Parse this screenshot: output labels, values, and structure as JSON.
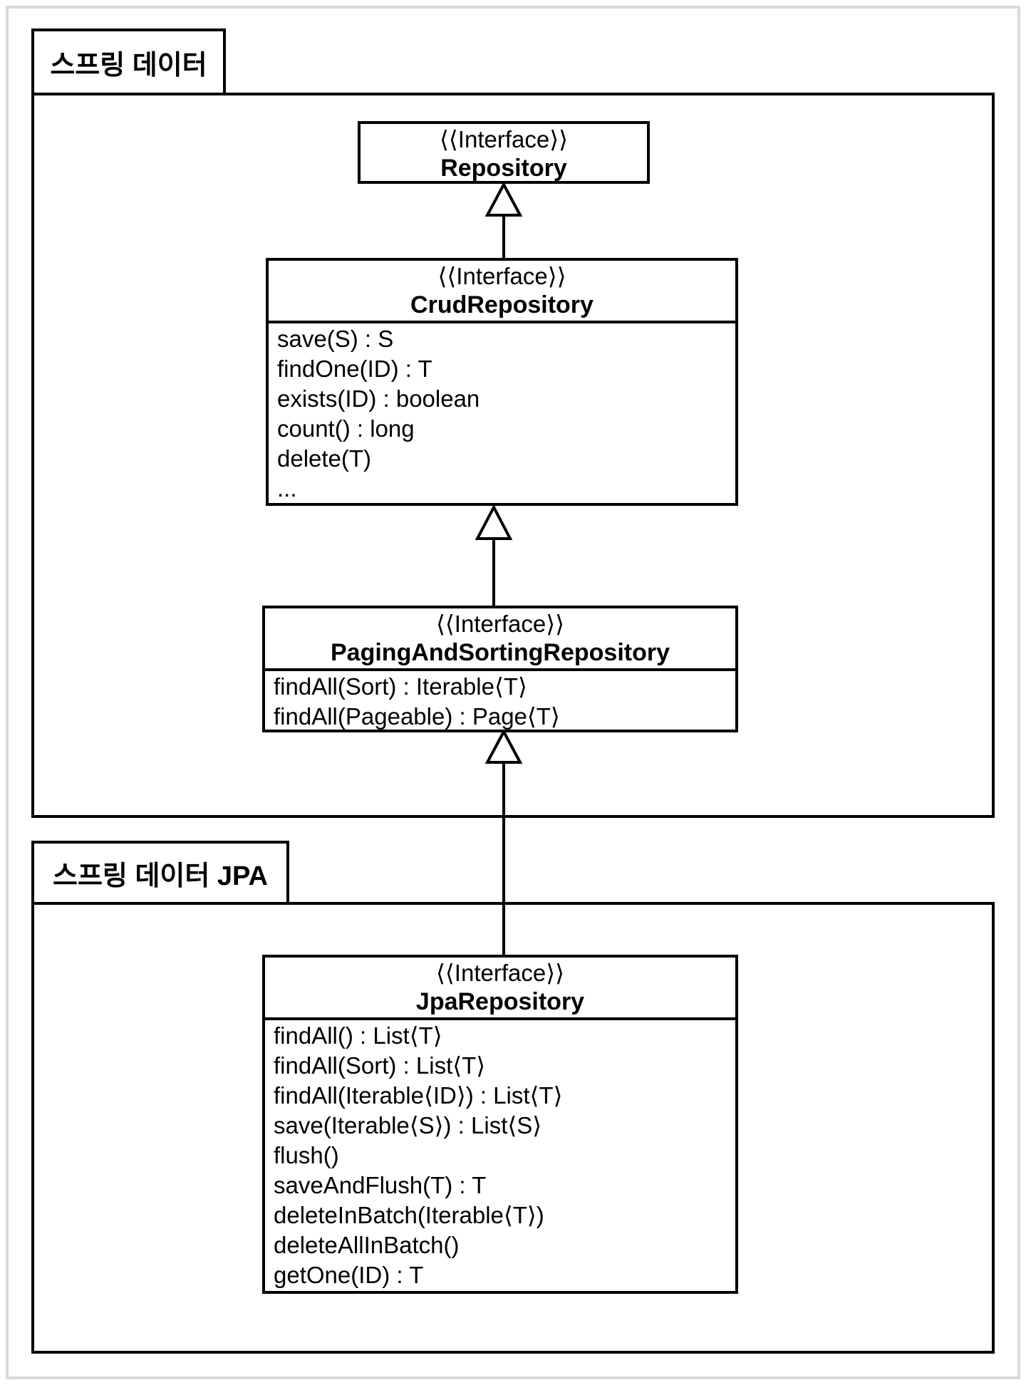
{
  "diagram": {
    "packages": {
      "spring_data": {
        "label": "스프링 데이터"
      },
      "spring_data_jpa": {
        "label": "스프링 데이터 JPA"
      }
    },
    "interfaces": {
      "repository": {
        "stereotype": "⟨⟨Interface⟩⟩",
        "name": "Repository",
        "methods": []
      },
      "crud_repository": {
        "stereotype": "⟨⟨Interface⟩⟩",
        "name": "CrudRepository",
        "methods": [
          "save(S) : S",
          "findOne(ID) : T",
          "exists(ID) : boolean",
          "count() : long",
          "delete(T)",
          "..."
        ]
      },
      "paging_and_sorting_repository": {
        "stereotype": "⟨⟨Interface⟩⟩",
        "name": "PagingAndSortingRepository",
        "methods": [
          "findAll(Sort) : Iterable⟨T⟩",
          "findAll(Pageable) : Page⟨T⟩"
        ]
      },
      "jpa_repository": {
        "stereotype": "⟨⟨Interface⟩⟩",
        "name": "JpaRepository",
        "methods": [
          "findAll() : List⟨T⟩",
          "findAll(Sort) : List⟨T⟩",
          "findAll(Iterable⟨ID⟩) : List⟨T⟩",
          "save(Iterable⟨S⟩) : List⟨S⟩",
          "flush()",
          "saveAndFlush(T) : T",
          "deleteInBatch(Iterable⟨T⟩)",
          "deleteAllInBatch()",
          "getOne(ID) : T"
        ]
      }
    },
    "relations": [
      {
        "from": "CrudRepository",
        "to": "Repository",
        "type": "generalization"
      },
      {
        "from": "PagingAndSortingRepository",
        "to": "CrudRepository",
        "type": "generalization"
      },
      {
        "from": "JpaRepository",
        "to": "PagingAndSortingRepository",
        "type": "generalization"
      }
    ]
  }
}
